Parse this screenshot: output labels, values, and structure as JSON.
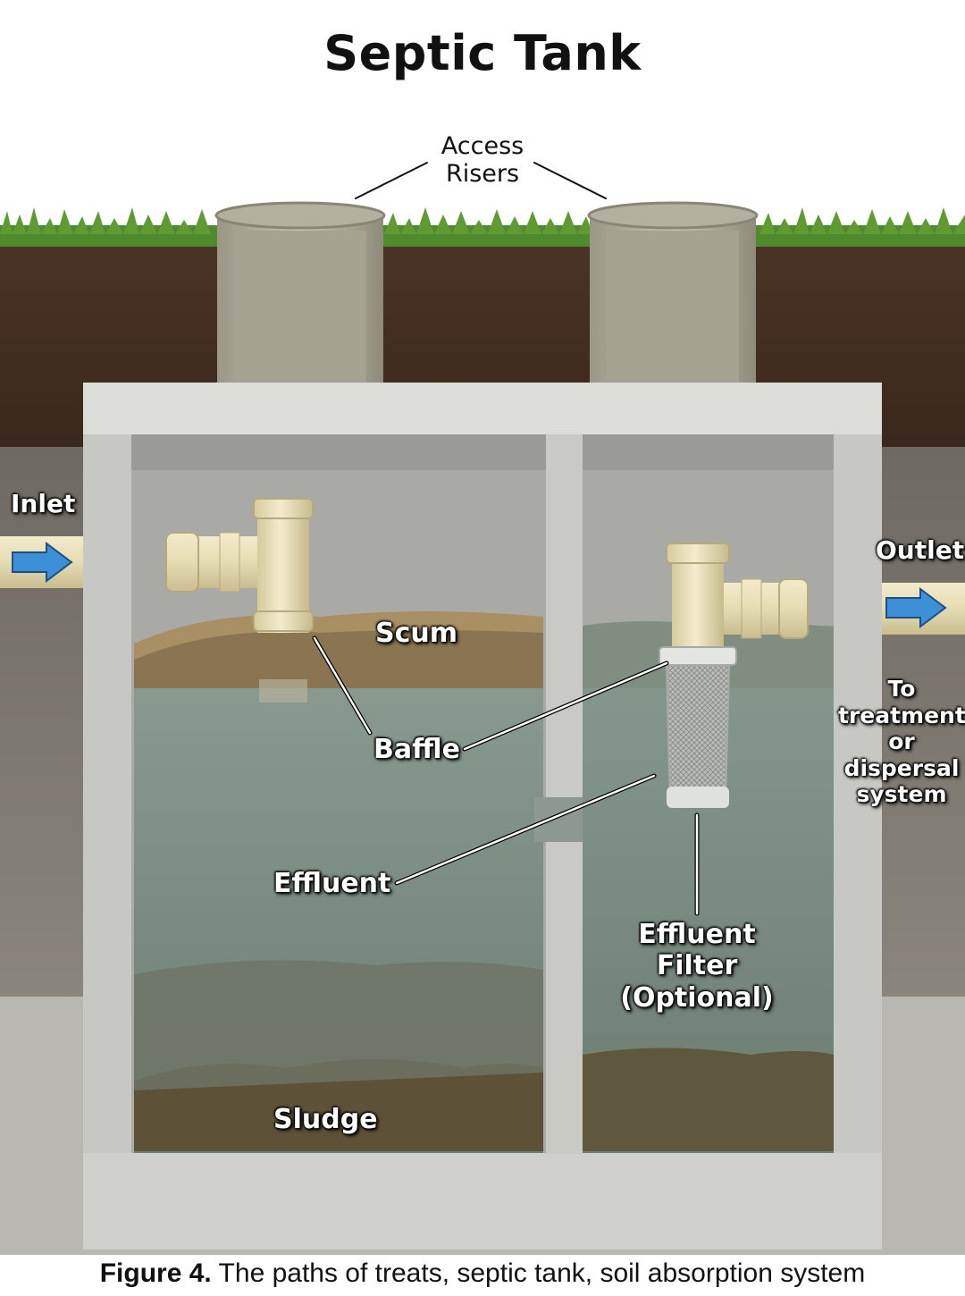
{
  "title": "Septic Tank",
  "labels": {
    "access_risers": "Access\nRisers",
    "inlet": "Inlet",
    "outlet": "Outlet",
    "scum": "Scum",
    "baffle": "Baffle",
    "effluent": "Effluent",
    "effluent_filter": "Effluent\nFilter\n(Optional)",
    "to_treatment": "To\ntreatment\nor\ndispersal\nsystem",
    "sludge": "Sludge"
  },
  "caption": {
    "figure": "Figure 4.",
    "text": " The paths of treats, septic tank, soil absorption system"
  },
  "colors": {
    "grass": "#4f8a2c",
    "soil": "#4a3322",
    "concrete": "#c9c9c6",
    "water": "#7d8f85",
    "pipe": "#e8dfb8",
    "arrow": "#3d8fd6"
  }
}
